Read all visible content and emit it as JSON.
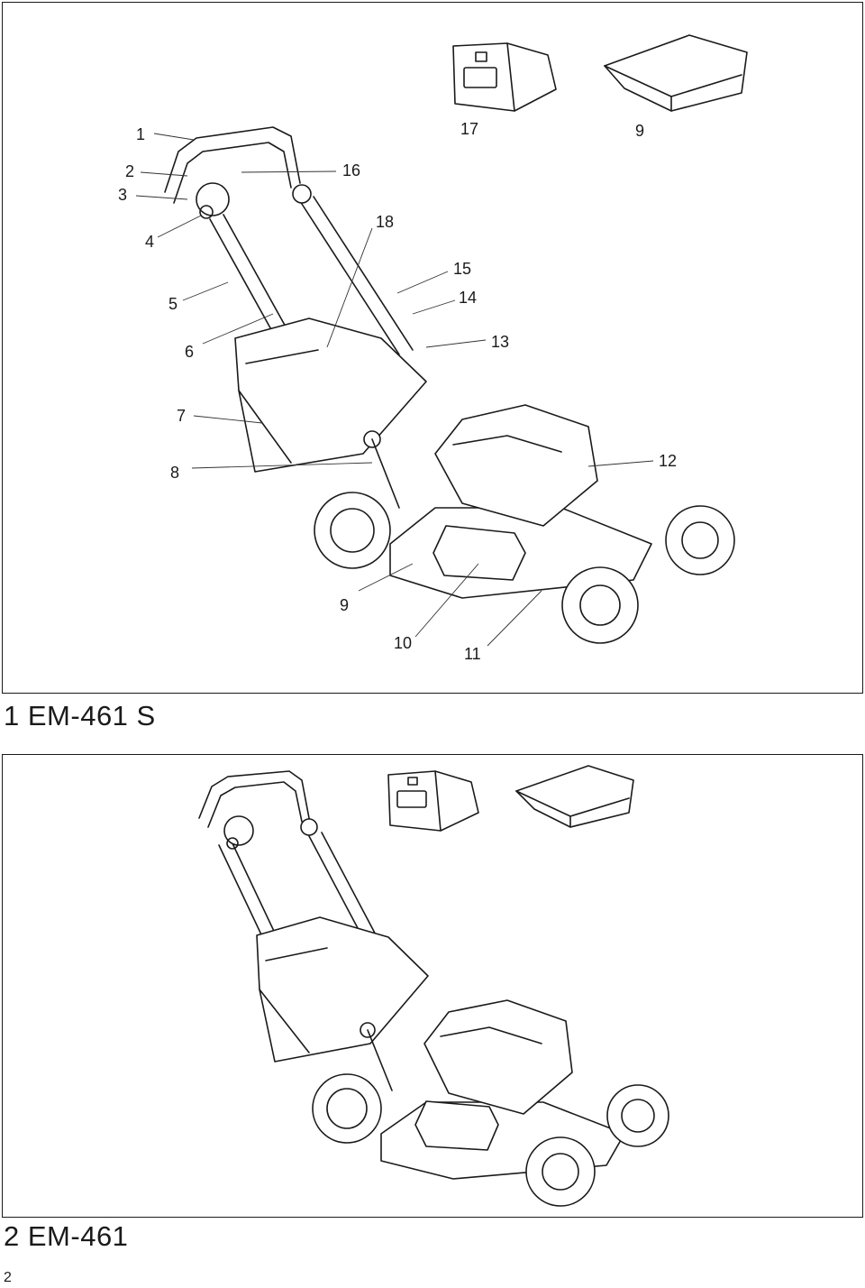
{
  "figures": [
    {
      "caption_number": "1",
      "caption_model": "EM-461 S",
      "callouts": [
        "1",
        "2",
        "3",
        "4",
        "5",
        "6",
        "7",
        "8",
        "9",
        "10",
        "11",
        "12",
        "13",
        "14",
        "15",
        "16",
        "17",
        "18",
        "9"
      ]
    },
    {
      "caption_number": "2",
      "caption_model": "EM-461"
    }
  ],
  "page_number": "2"
}
